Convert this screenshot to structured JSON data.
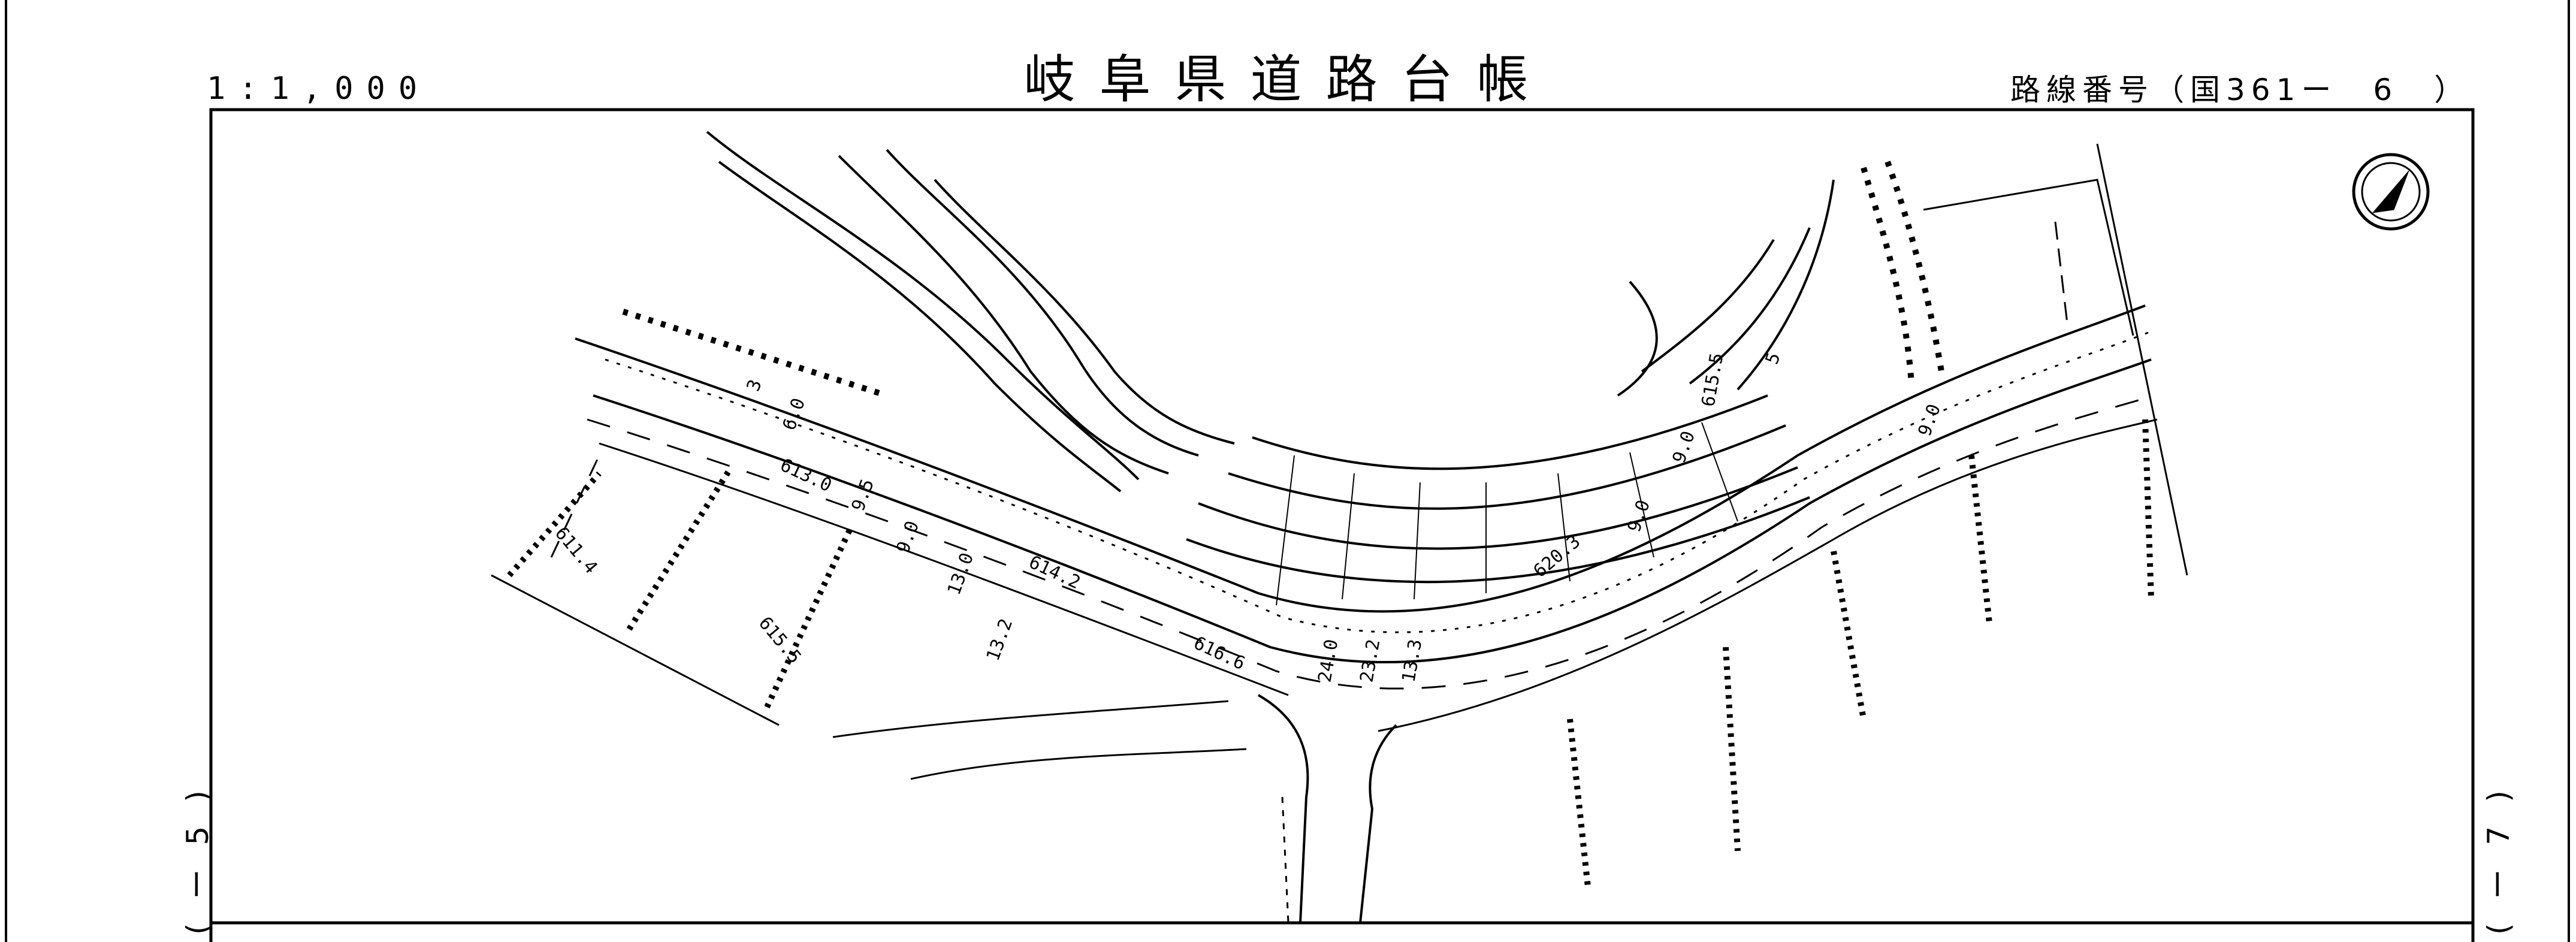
{
  "header": {
    "title": "岐阜県道路台帳",
    "scale": "1:1,000",
    "route_number": "路線番号（国361ー　6　）"
  },
  "margins": {
    "left_sheet_ref": "(ー5)",
    "right_sheet_ref": "(ー7)"
  },
  "map": {
    "compass_icon": "north-arrow-icon",
    "elevations": [
      "613.0",
      "614.2",
      "616.6",
      "620.3",
      "611.4",
      "615.5",
      "615.5"
    ],
    "widths": [
      "3",
      "6.0",
      "9.5",
      "9.0",
      "13.0",
      "13.2",
      "24.0",
      "23.2",
      "13.3",
      "9.0",
      "9.0",
      "9.0",
      "5"
    ]
  }
}
